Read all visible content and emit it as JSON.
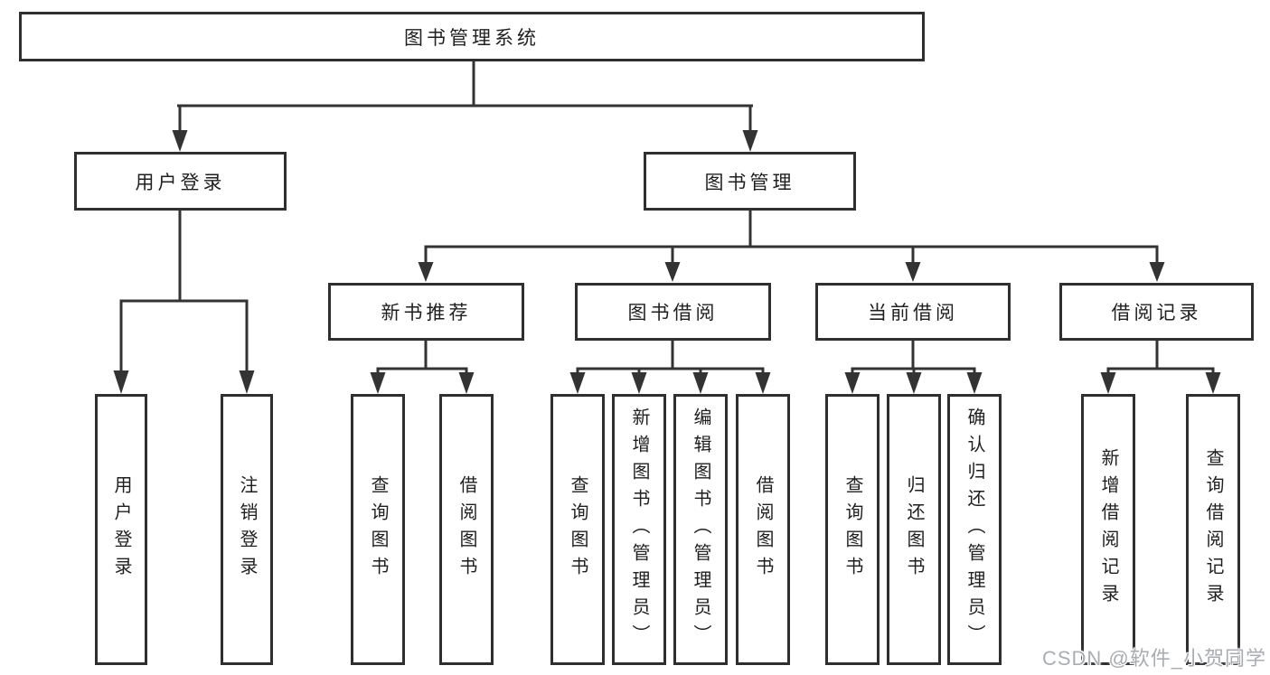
{
  "colors": {
    "line": "#333333",
    "box_border": "#2f2f2f",
    "box_background": "#ffffff",
    "text": "#1f1f1f",
    "watermark": "#a9adb2"
  },
  "nodes": {
    "root": {
      "label": "图书管理系统"
    },
    "level2": [
      {
        "label": "用户登录"
      },
      {
        "label": "图书管理"
      }
    ],
    "level3": [
      {
        "label": "新书推荐"
      },
      {
        "label": "图书借阅"
      },
      {
        "label": "当前借阅"
      },
      {
        "label": "借阅记录"
      }
    ],
    "leaves": {
      "user_login": [
        {
          "label": "用户登录"
        },
        {
          "label": "注销登录"
        }
      ],
      "new_book": [
        {
          "label": "查询图书"
        },
        {
          "label": "借阅图书"
        }
      ],
      "book_borrow": [
        {
          "label": "查询图书"
        },
        {
          "label": "新增图书（管理员）"
        },
        {
          "label": "编辑图书（管理员）"
        },
        {
          "label": "借阅图书"
        }
      ],
      "current_borrow": [
        {
          "label": "查询图书"
        },
        {
          "label": "归还图书"
        },
        {
          "label": "确认归还（管理员）"
        }
      ],
      "borrow_record": [
        {
          "label": "新增借阅记录"
        },
        {
          "label": "查询借阅记录"
        }
      ]
    }
  },
  "watermark": {
    "text": "CSDN @软件_小贺同学"
  }
}
